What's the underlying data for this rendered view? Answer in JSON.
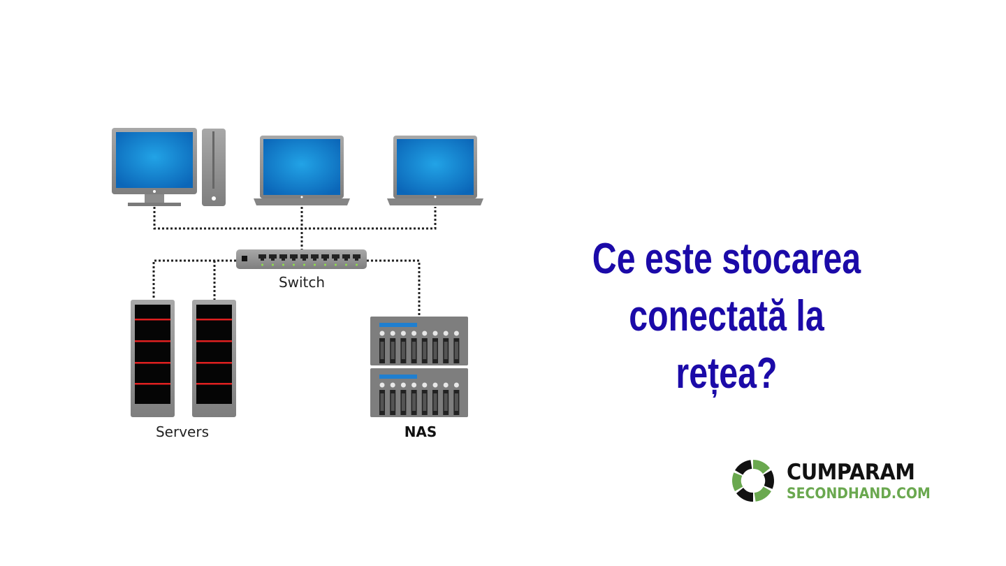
{
  "diagram": {
    "labels": {
      "switch": "Switch",
      "servers": "Servers",
      "nas": "NAS"
    },
    "colors": {
      "screen": "#1f8fd6",
      "device": "#8a8a8a",
      "server_stripe": "#e02020",
      "led": "#8fe04a"
    }
  },
  "title": {
    "line1": "Ce este stocarea",
    "line2": "conectată la rețea?",
    "color": "#1b0aa8"
  },
  "logo": {
    "line1": "CUMPARAM",
    "line2": "SECONDHAND.COM"
  }
}
